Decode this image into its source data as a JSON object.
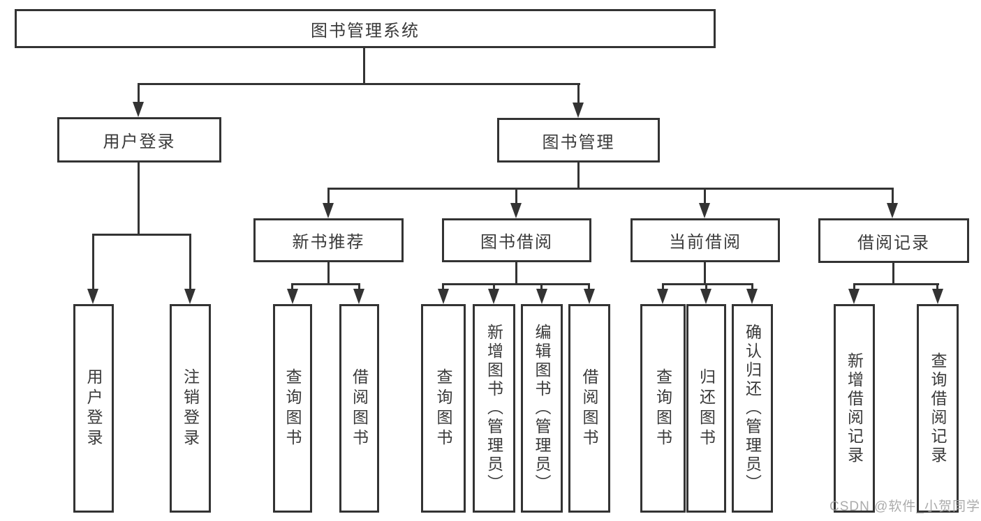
{
  "tree": {
    "label": "图书管理系统",
    "children": [
      {
        "label": "用户登录",
        "children": [
          {
            "label": "用户登录"
          },
          {
            "label": "注销登录"
          }
        ]
      },
      {
        "label": "图书管理",
        "children": [
          {
            "label": "新书推荐",
            "children": [
              {
                "label": "查询图书"
              },
              {
                "label": "借阅图书"
              }
            ]
          },
          {
            "label": "图书借阅",
            "children": [
              {
                "label": "查询图书"
              },
              {
                "label": "新增图书（管理员）"
              },
              {
                "label": "编辑图书（管理员）"
              },
              {
                "label": "借阅图书"
              }
            ]
          },
          {
            "label": "当前借阅",
            "children": [
              {
                "label": "查询图书"
              },
              {
                "label": "归还图书"
              },
              {
                "label": "确认归还（管理员）"
              }
            ]
          },
          {
            "label": "借阅记录",
            "children": [
              {
                "label": "新增借阅记录"
              },
              {
                "label": "查询借阅记录"
              }
            ]
          }
        ]
      }
    ]
  },
  "watermark": {
    "text": "CSDN @软件_小贺同学"
  },
  "colors": {
    "line": "#333333",
    "text": "#3a3a3a",
    "watermark": "#a3a3a3",
    "background": "#ffffff"
  }
}
